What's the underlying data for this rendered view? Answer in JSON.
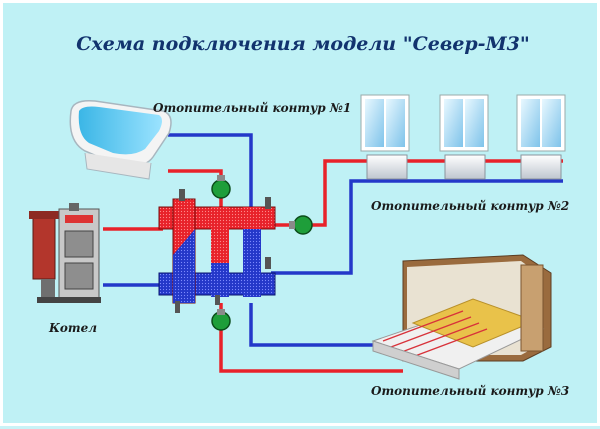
{
  "title": "Схема подключения модели \"Север-М3\"",
  "labels": {
    "circuit1": "Отопительный контур  №1",
    "circuit2": "Отопительный контур №2",
    "circuit3": "Отопительный контур №3",
    "boiler": "Котел"
  },
  "colors": {
    "background": "#bff1f5",
    "supply_pipe": "#e8222a",
    "return_pipe": "#2438c9",
    "pump": "#1e9e3a",
    "title_text": "#12336e"
  },
  "icons": [
    "boiler-icon",
    "bathtub-icon",
    "window-icon",
    "radiator-icon",
    "underfloor-heating-icon",
    "pump-icon",
    "hydraulic-separator-icon"
  ]
}
